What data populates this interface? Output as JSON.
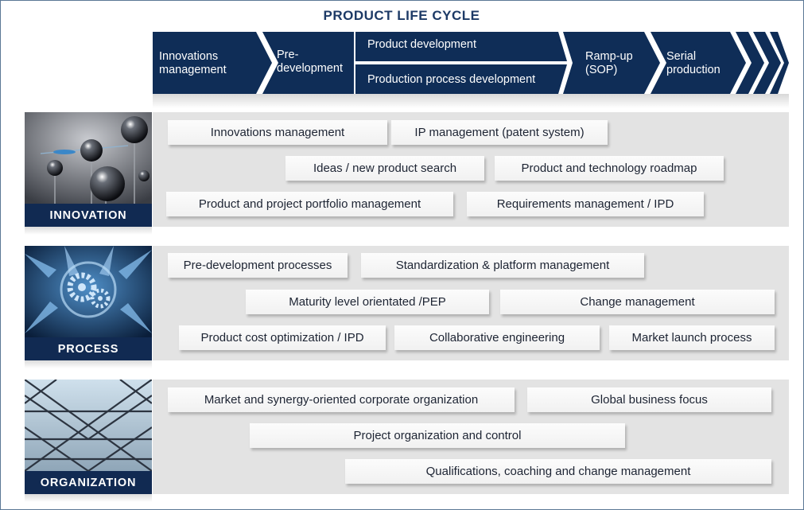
{
  "title": "PRODUCT LIFE CYCLE",
  "colors": {
    "navy": "#0f2d57",
    "band": "#e3e3e3",
    "label": "#112a52",
    "frame": "#5b7896"
  },
  "phases": [
    {
      "line1": "Innovations",
      "line2": "management"
    },
    {
      "line1": "Pre-",
      "line2": "development"
    },
    {
      "top": "Product development",
      "bottom": "Production process development"
    },
    {
      "line1": "Ramp-up",
      "line2": "(SOP)"
    },
    {
      "line1": "Serial",
      "line2": "production"
    }
  ],
  "sections": [
    {
      "label": "INNOVATION",
      "icon": "spheres-image",
      "items": [
        "Innovations management",
        "IP management (patent system)",
        "Ideas / new product search",
        "Product and technology roadmap",
        "Product and project portfolio management",
        "Requirements management / IPD"
      ]
    },
    {
      "label": "PROCESS",
      "icon": "gears-image",
      "items": [
        "Pre-development processes",
        "Standardization & platform management",
        "Maturity level orientated /PEP",
        "Change management",
        "Product cost optimization / IPD",
        "Collaborative engineering",
        "Market launch process"
      ]
    },
    {
      "label": "ORGANIZATION",
      "icon": "glass-roof-image",
      "items": [
        "Market and synergy-oriented corporate organization",
        "Global business focus",
        "Project organization and control",
        "Qualifications, coaching and change management"
      ]
    }
  ]
}
